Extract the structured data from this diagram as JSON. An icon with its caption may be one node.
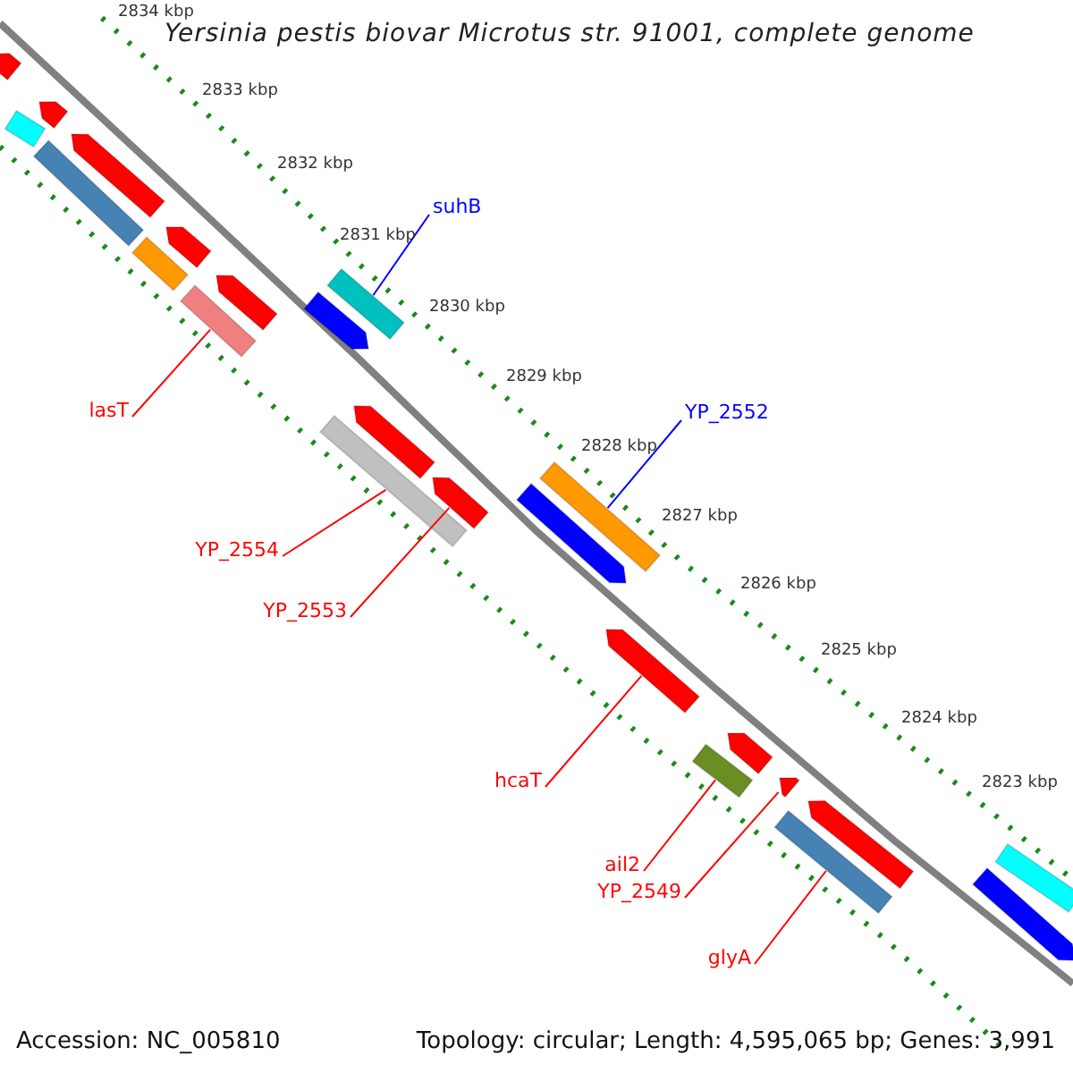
{
  "diagram": {
    "title": "Yersinia pestis biovar Microtus str. 91001, complete genome",
    "nodes": [
      {
        "text": [
          "suhB"
        ]
      },
      {
        "text": [],
        "shape": "bar"
      },
      {
        "text": [
          "YP_2552"
        ]
      },
      {
        "text": [],
        "shape": "bar"
      },
      {
        "text": [
          "lasT"
        ]
      },
      {
        "text": [],
        "shape": "bar"
      },
      {
        "text": [
          "YP_2554"
        ]
      },
      {
        "text": [],
        "shape": "bar"
      },
      {
        "text": [
          "YP_2553"
        ]
      },
      {
        "text": [],
        "shape": "bar"
      },
      {
        "text": [
          "hcaT"
        ]
      },
      {
        "text": [],
        "shape": "bar"
      },
      {
        "text": [
          "ail2"
        ]
      },
      {
        "text": [],
        "shape": "bar"
      },
      {
        "text": [
          "YP_2549"
        ]
      },
      {
        "text": [],
        "shape": "bar"
      },
      {
        "text": [
          "glyA"
        ]
      },
      {
        "text": [],
        "shape": "bar"
      },
      {
        "text": [],
        "shape": "bar"
      },
      {
        "text": [],
        "shape": "bar"
      },
      {
        "text": [],
        "shape": "bar"
      },
      {
        "text": [],
        "shape": "bar"
      },
      {
        "text": [],
        "shape": "bar"
      },
      {
        "text": [],
        "shape": "bar"
      },
      {
        "text": [],
        "shape": "bar"
      },
      {
        "text": [],
        "shape": "bar"
      },
      {
        "text": [],
        "shape": "bar"
      },
      {
        "text": [],
        "shape": "bar"
      },
      {
        "text": [],
        "shape": "bar"
      },
      {
        "text": [],
        "shape": "bar"
      },
      {
        "text": [],
        "shape": "bar"
      },
      {
        "text": [],
        "shape": "bar"
      },
      {
        "text": [],
        "shape": "bar"
      }
    ],
    "edges": [
      {
        "from": 0,
        "to": 1,
        "arrow": "none",
        "color": "#0000ff"
      },
      {
        "from": 2,
        "to": 3,
        "arrow": "none",
        "color": "#0000ff"
      },
      {
        "from": 4,
        "to": 5,
        "arrow": "none"
      },
      {
        "from": 6,
        "to": 7,
        "arrow": "none"
      },
      {
        "from": 8,
        "to": 9,
        "arrow": "none"
      },
      {
        "from": 10,
        "to": 11,
        "arrow": "none"
      },
      {
        "from": 12,
        "to": 13,
        "arrow": "none"
      },
      {
        "from": 14,
        "to": 15,
        "arrow": "none"
      },
      {
        "from": 16,
        "to": 17,
        "arrow": "none"
      }
    ],
    "labels": [
      "2834 kbp",
      "2833 kbp",
      "2832 kbp",
      "2831 kbp",
      "2830 kbp",
      "2829 kbp",
      "2828 kbp",
      "2827 kbp",
      "2826 kbp",
      "2825 kbp",
      "2824 kbp",
      "2823 kbp",
      "Accession: NC_005810",
      "Topology: circular; Length: 4,595,065 bp; Genes: 3,991"
    ]
  }
}
